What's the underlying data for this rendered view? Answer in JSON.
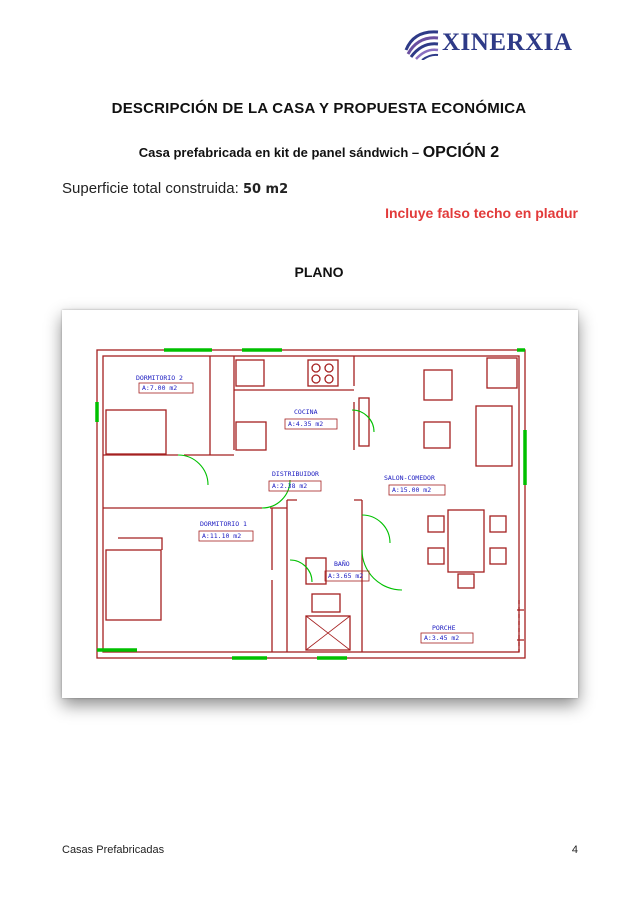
{
  "header": {
    "logo_text": "XINERXIA",
    "logo_icon": "xinerxia-swirl-logo",
    "brand_color": "#2e3a87"
  },
  "document": {
    "title": "DESCRIPCIÓN DE LA CASA Y PROPUESTA ECONÓMICA",
    "subtitle_prefix": "Casa prefabricada en kit de panel sándwich – ",
    "subtitle_option": "OPCIÓN 2",
    "surface_label": "Superficie total construida: ",
    "surface_value": "50 m2",
    "note": "Incluye falso techo en pladur",
    "note_color": "#e23a3a",
    "section_title": "PLANO"
  },
  "floor_plan": {
    "wall_color": "#a52020",
    "window_color": "#00c000",
    "rooms": [
      {
        "name": "DORMITORIO 2",
        "area": "A:7.00 m2"
      },
      {
        "name": "COCINA",
        "area": "A:4.35 m2"
      },
      {
        "name": "DISTRIBUIDOR",
        "area": "A:2.38 m2"
      },
      {
        "name": "SALON-COMEDOR",
        "area": "A:15.00 m2"
      },
      {
        "name": "DORMITORIO 1",
        "area": "A:11.10 m2"
      },
      {
        "name": "BAÑO",
        "area": "A:3.65 m2"
      },
      {
        "name": "PORCHE",
        "area": "A:3.45 m2"
      }
    ]
  },
  "footer": {
    "left": "Casas Prefabricadas",
    "page_number": "4"
  }
}
